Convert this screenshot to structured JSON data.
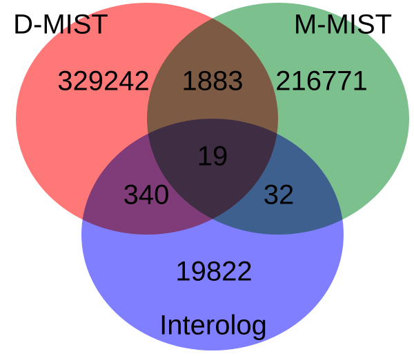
{
  "sets": [
    {
      "key": "d_mist",
      "name": "D-MIST",
      "color": "#ff7878"
    },
    {
      "key": "m_mist",
      "name": "M-MIST",
      "color": "#7cc08e"
    },
    {
      "key": "interolog",
      "name": "Interolog",
      "color": "#7f7fff"
    }
  ],
  "regions": {
    "d_mist_only": "329242",
    "m_mist_only": "216771",
    "interolog_only": "19822",
    "d_mist_and_m_mist": "1883",
    "d_mist_and_interolog": "340",
    "m_mist_and_interolog": "32",
    "all_three": "19"
  }
}
